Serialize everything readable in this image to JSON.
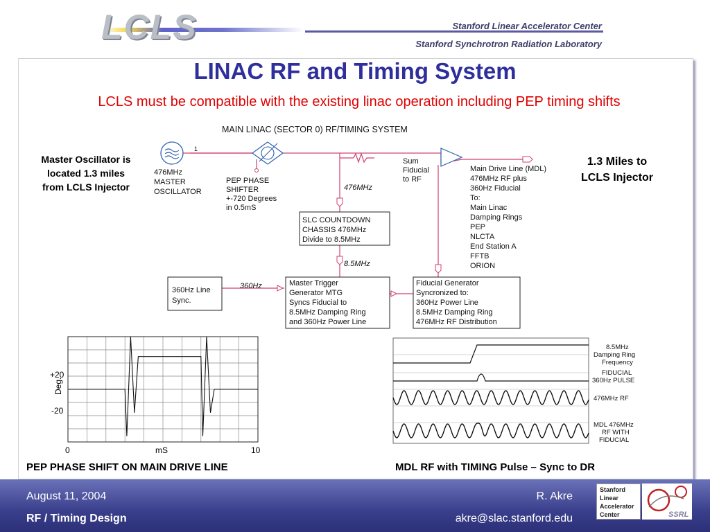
{
  "header": {
    "logo": "LCLS",
    "institution1": "Stanford Linear Accelerator Center",
    "institution2": "Stanford Synchrotron Radiation Laboratory"
  },
  "title": "LINAC RF and Timing System",
  "subtitle": "LCLS must be compatible with the existing linac operation including PEP timing shifts",
  "notes": {
    "left": [
      "Master Oscillator is",
      "located 1.3 miles",
      "from LCLS Injector"
    ],
    "right": [
      "1.3 Miles to",
      "LCLS Injector"
    ]
  },
  "diagram": {
    "heading": "MAIN LINAC (SECTOR 0) RF/TIMING SYSTEM",
    "oscillator_label": [
      "476MHz",
      "MASTER",
      "OSCILLATOR"
    ],
    "port_label": "1",
    "shifter_label": [
      "PEP PHASE",
      "SHIFTER",
      "+-720 Degrees",
      "in 0.5mS"
    ],
    "freq_476": "476MHz",
    "sum_label": [
      "Sum",
      "Fiducial",
      "to RF"
    ],
    "mdl_label": [
      "Main Drive Line (MDL)",
      "476MHz RF plus",
      "360Hz Fiducial",
      "To:",
      "Main Linac",
      "Damping Rings",
      "PEP",
      "NLCTA",
      "End Station A",
      "FFTB",
      "ORION"
    ],
    "countdown_box": [
      "SLC COUNTDOWN",
      "CHASSIS 476MHz",
      "Divide to 8.5MHz"
    ],
    "freq_85": "8.5MHz",
    "sync_box": [
      "360Hz Line",
      "Sync."
    ],
    "freq_360": "360Hz",
    "mtg_box": [
      "Master Trigger",
      "Generator MTG",
      "Syncs Fiducial to",
      "8.5MHz Damping Ring",
      "and 360Hz Power Line"
    ],
    "fiducial_box": [
      "Fiducial Generator",
      "Syncronized to:",
      "360Hz Power Line",
      "8.5MHz Damping Ring",
      "476MHz RF Distribution"
    ]
  },
  "plot_left": {
    "ylabel": "Deg.",
    "ytick_pos": "+20",
    "ytick_neg": "-20",
    "xtick_0": "0",
    "xlabel": "mS",
    "xtick_10": "10",
    "caption": "PEP PHASE SHIFT ON MAIN DRIVE LINE"
  },
  "plot_right": {
    "labels": [
      [
        "8.5MHz",
        "Damping Ring",
        "Frequency"
      ],
      [
        "FIDUCIAL",
        "360Hz PULSE"
      ],
      [
        "476MHz RF"
      ],
      [
        "MDL 476MHz",
        "RF WITH",
        "FIDUCIAL"
      ]
    ],
    "caption": "MDL RF with TIMING Pulse – Sync to DR"
  },
  "chart_data": [
    {
      "type": "line",
      "series": [
        {
          "x": [
            0,
            3.0,
            3.1,
            3.3,
            3.5,
            3.7,
            7.0,
            7.1,
            7.3,
            7.5,
            7.7,
            10
          ],
          "y": [
            0,
            0,
            -40,
            45,
            -20,
            28,
            28,
            -40,
            45,
            -20,
            0,
            0
          ]
        }
      ],
      "xlim": [
        0,
        10
      ],
      "ylim": [
        -45,
        45
      ]
    }
  ],
  "footer": {
    "date": "August 11, 2004",
    "topic": "RF / Timing Design",
    "author": "R. Akre",
    "email": "akre@slac.stanford.edu",
    "slac_logo": [
      "Stanford",
      "Linear",
      "Accelerator",
      "Center"
    ],
    "ssrl": "SSRL"
  },
  "colors": {
    "title": "#2e2e9c",
    "subtitle": "#e00000",
    "diagram_line": "#d04070"
  }
}
